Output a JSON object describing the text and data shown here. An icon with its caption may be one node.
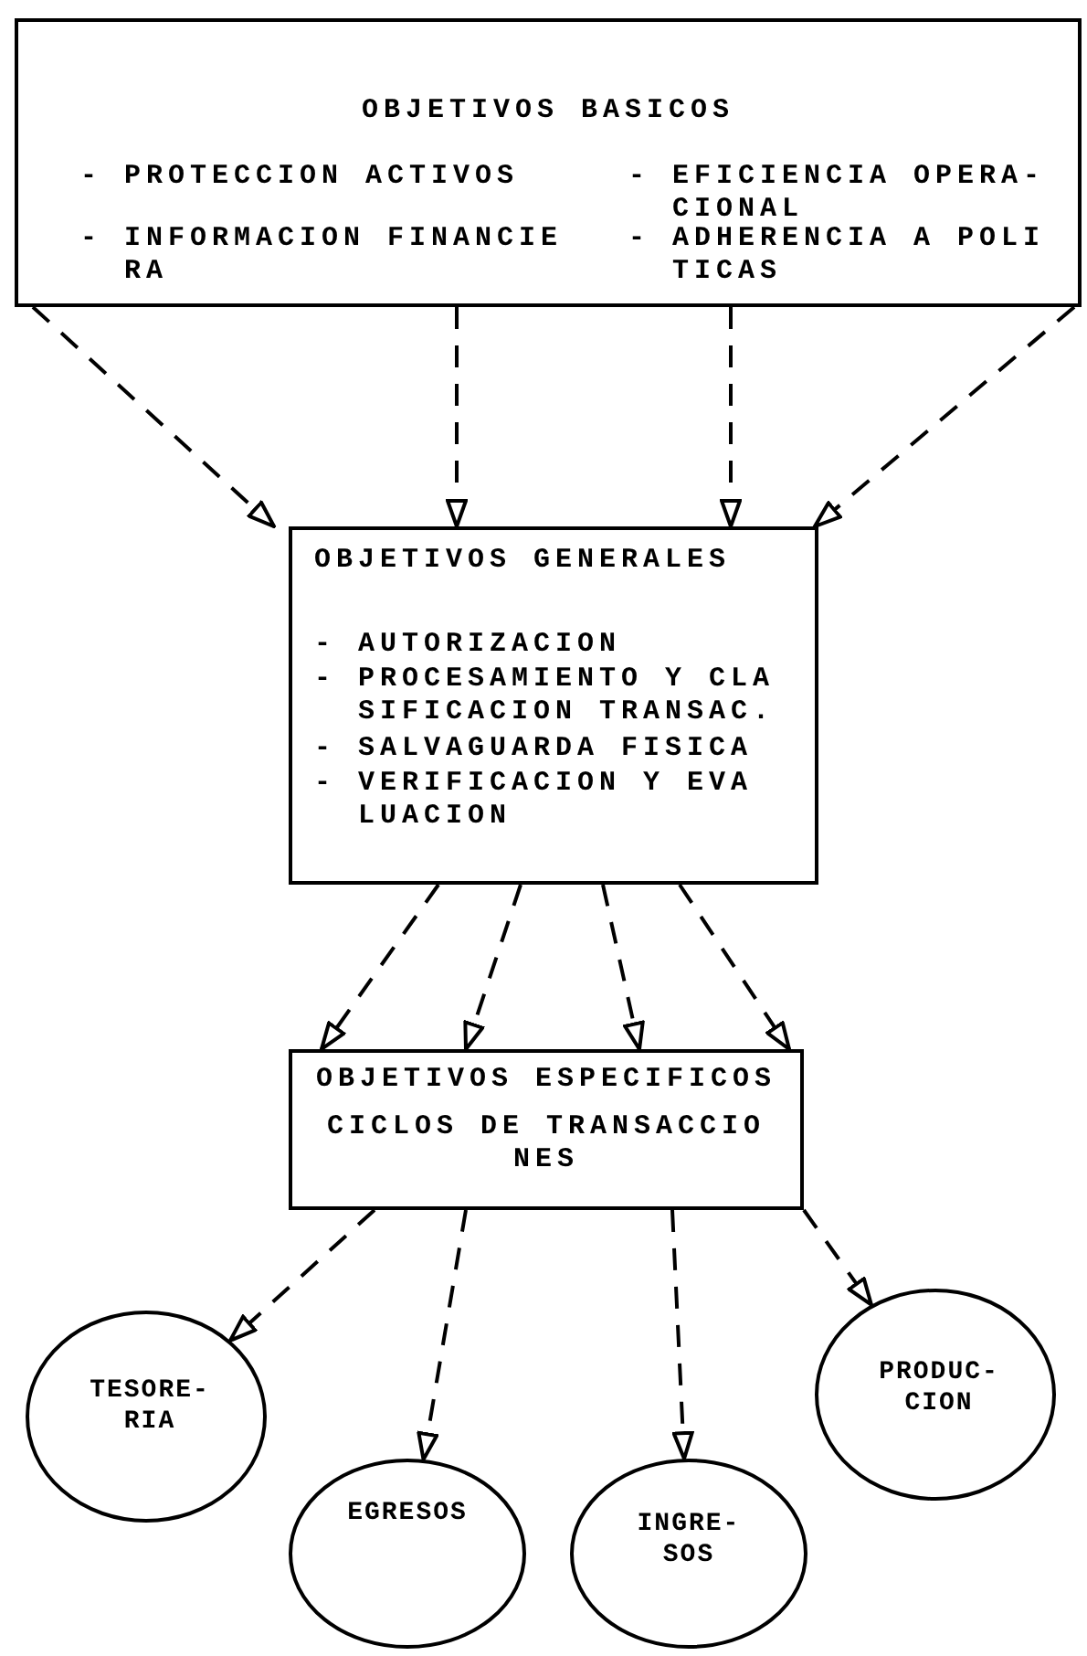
{
  "diagram": {
    "nodes": [
      {
        "text": [
          "OBJETIVOS BASICOS",
          "- PROTECCION ACTIVOS",
          "- INFORMACION FINANCIE RA",
          "- EFICIENCIA OPERA- CIONAL",
          "- ADHERENCIA A POLI TICAS"
        ]
      },
      {
        "text": [
          "OBJETIVOS GENERALES",
          "- AUTORIZACION",
          "- PROCESAMIENTO Y CLA SIFICACION TRANSAC.",
          "- SALVAGUARDA FISICA",
          "- VERIFICACION Y EVA LUACION"
        ]
      },
      {
        "text": [
          "OBJETIVOS ESPECIFICOS",
          "CICLOS DE TRANSACCIO NES"
        ]
      },
      {
        "text": [
          "TESORE- RIA"
        ]
      },
      {
        "text": [
          "EGRESOS"
        ]
      },
      {
        "text": [
          "INGRE- SOS"
        ]
      },
      {
        "text": [
          "PRODUC- CION"
        ]
      }
    ],
    "edges": [
      {
        "from": 0,
        "to": 1,
        "arrow": "to",
        "style": "dashed"
      },
      {
        "from": 0,
        "to": 1,
        "arrow": "to",
        "style": "dashed"
      },
      {
        "from": 0,
        "to": 1,
        "arrow": "to",
        "style": "dashed"
      },
      {
        "from": 0,
        "to": 1,
        "arrow": "to",
        "style": "dashed"
      },
      {
        "from": 1,
        "to": 2,
        "arrow": "to",
        "style": "dashed"
      },
      {
        "from": 1,
        "to": 2,
        "arrow": "to",
        "style": "dashed"
      },
      {
        "from": 1,
        "to": 2,
        "arrow": "to",
        "style": "dashed"
      },
      {
        "from": 1,
        "to": 2,
        "arrow": "to",
        "style": "dashed"
      },
      {
        "from": 2,
        "to": 3,
        "arrow": "to",
        "style": "dashed"
      },
      {
        "from": 2,
        "to": 4,
        "arrow": "to",
        "style": "dashed"
      },
      {
        "from": 2,
        "to": 5,
        "arrow": "to",
        "style": "dashed"
      },
      {
        "from": 2,
        "to": 6,
        "arrow": "to",
        "style": "dashed"
      }
    ]
  }
}
